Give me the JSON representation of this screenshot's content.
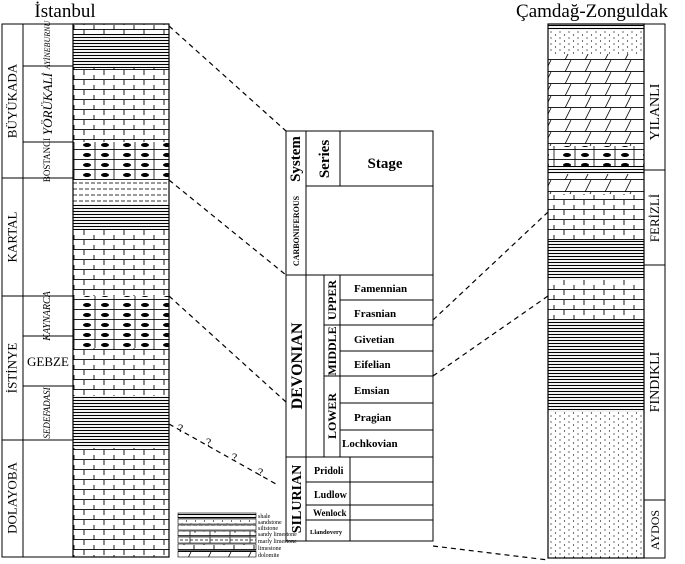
{
  "titles": {
    "left": "İstanbul",
    "right": "Çamdağ-Zonguldak"
  },
  "istanbul_column": {
    "groups": [
      {
        "name": "BÜYÜKADA",
        "formations": [
          "AYİNEBURNU",
          "YÖRÜKALİ",
          "BOSTANCI"
        ]
      },
      {
        "name": "KARTAL",
        "formations": []
      },
      {
        "name": "İSTİNYE",
        "formations": [
          "KAYNARCA",
          "GEBZE",
          "SEDEFADASI"
        ]
      },
      {
        "name": "DOLAYOBA",
        "formations": []
      }
    ]
  },
  "zonguldak_column": {
    "formations": [
      "YILANLI",
      "FERİZLİ",
      "FINDIKLI",
      "AYDOS"
    ]
  },
  "stratigraphy": {
    "headers": {
      "system": "System",
      "series": "Series",
      "stage": "Stage"
    },
    "systems": [
      {
        "name": "CARBONIFEROUS",
        "series": [],
        "stages": []
      },
      {
        "name": "DEVONIAN",
        "series": [
          {
            "name": "UPPER",
            "stages": [
              "Famennian",
              "Frasnian"
            ]
          },
          {
            "name": "MIDDLE",
            "stages": [
              "Givetian",
              "Eifelian"
            ]
          },
          {
            "name": "LOWER",
            "stages": [
              "Emsian",
              "Pragian",
              "Lochkovian"
            ]
          }
        ]
      },
      {
        "name": "SILURIAN",
        "series": [
          {
            "name": "Pridoli"
          },
          {
            "name": "Ludlow"
          },
          {
            "name": "Wenlock"
          },
          {
            "name": "Llandovery"
          }
        ]
      }
    ]
  },
  "legend": [
    "shale",
    "sandstone",
    "siltstone",
    "sandy limestone",
    "marly limestone",
    "limestone",
    "dolomite"
  ],
  "uncertain_marks": [
    "?",
    "?",
    "?",
    "?"
  ]
}
